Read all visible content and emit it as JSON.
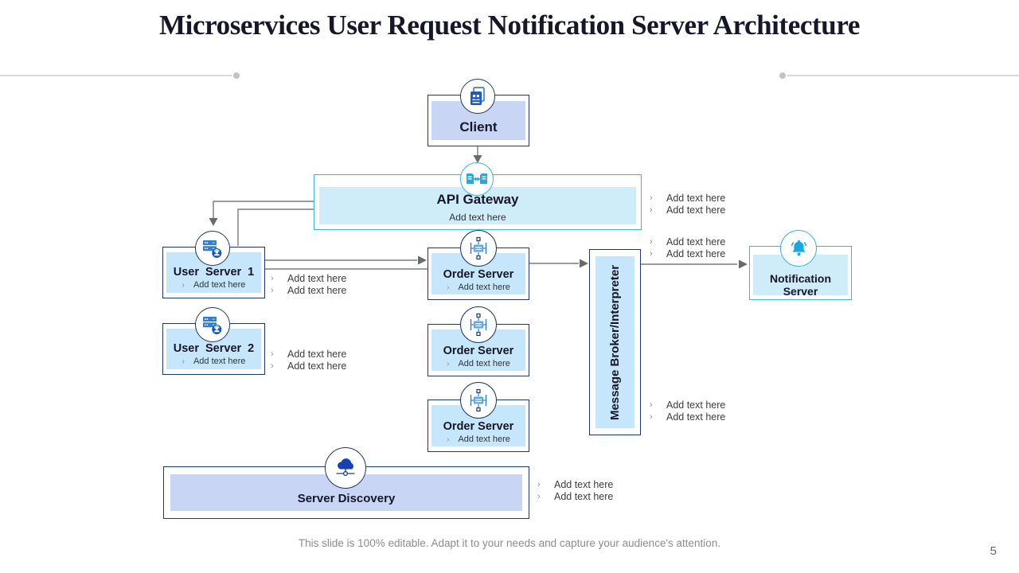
{
  "slide": {
    "title": "Microservices User Request Notification Server Architecture",
    "footer": "This slide is 100% editable.  Adapt it to your needs and capture your audience's attention.",
    "page_number": "5"
  },
  "glyphs": {
    "chevron": "›"
  },
  "colors": {
    "navy_border": "#1f3864",
    "cyan_border": "#3cb6dc",
    "periwinkle_fill": "#c8d5f4",
    "sky_fill": "#c6e7fb",
    "pale_cyan_fill": "#cfecf9",
    "connector_gray": "#7b7b7b",
    "title_text": "#17172a"
  },
  "nodes": {
    "client": {
      "title": "Client"
    },
    "api_gateway": {
      "title": "API Gateway",
      "subtitle": "Add text here"
    },
    "user_server_1": {
      "title": "User Server 1",
      "bullet": "Add text here"
    },
    "user_server_2": {
      "title": "User Server 2",
      "bullet": "Add text here"
    },
    "order_server_1": {
      "title": "Order Server",
      "bullet": "Add text here"
    },
    "order_server_2": {
      "title": "Order Server",
      "bullet": "Add text here"
    },
    "order_server_3": {
      "title": "Order Server",
      "bullet": "Add text here"
    },
    "message_broker": {
      "title": "Message Broker/Interpreter"
    },
    "notification_server": {
      "title": "Notification Server"
    },
    "server_discovery": {
      "title": "Server Discovery"
    }
  },
  "annotations": {
    "api_gateway_side": [
      "Add text here",
      "Add text here"
    ],
    "broker_top_side": [
      "Add text here",
      "Add text here"
    ],
    "user_server_1_side": [
      "Add text here",
      "Add text here"
    ],
    "user_server_2_side": [
      "Add text here",
      "Add text here"
    ],
    "broker_bottom_side": [
      "Add text here",
      "Add text here"
    ],
    "server_discovery_side": [
      "Add text here",
      "Add text here"
    ]
  }
}
